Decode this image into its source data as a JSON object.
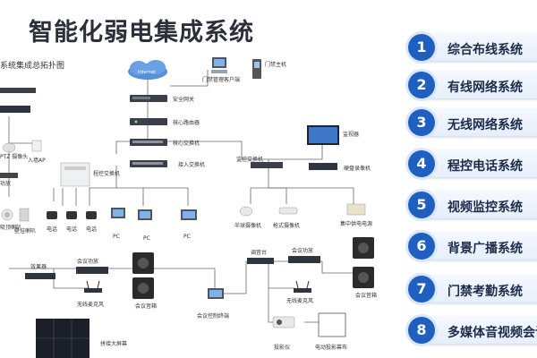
{
  "header": {
    "title": "智能化弱电集成系统",
    "subtitle": "系统集成总拓扑图"
  },
  "diagram_labels": {
    "internet": "Internet",
    "security_gateway": "安全网关",
    "core_router": "核心路由器",
    "core_switch": "核心交换机",
    "access_switch": "接入交换机",
    "door_mgmt_client": "门禁管理客户端",
    "door_host": "门禁主机",
    "ptz_cam": "PTZ 摄像头",
    "entry_ap": "入墙AP",
    "unknown_device": "功放",
    "pbx": "程控交换机",
    "ceiling_speaker": "吸顶喇叭",
    "wall_speaker": "壁挂喇叭",
    "phone": "电话",
    "pc": "PC",
    "monitor_screen": "监视器",
    "nvr": "硬盘录像机",
    "monitor_switch": "监控交换机",
    "dome_cam": "半球摄像机",
    "bullet_cam": "枪式摄像机",
    "central_psu": "集中供电电源",
    "mixer": "会议功放",
    "processor": "效果器",
    "conf_speaker": "会议音箱",
    "wireless_mic": "无线麦克风",
    "conf_terminal": "会议控制终端",
    "tuner": "调音台",
    "projector": "投影仪",
    "projection_screen": "电动投影幕布",
    "video_wall": "拼接大屏幕"
  },
  "systems": [
    {
      "num": "1",
      "label": "综合布线系统"
    },
    {
      "num": "2",
      "label": "有线网络系统"
    },
    {
      "num": "3",
      "label": "无线网络系统"
    },
    {
      "num": "4",
      "label": "程控电话系统"
    },
    {
      "num": "5",
      "label": "视频监控系统"
    },
    {
      "num": "6",
      "label": "背景广播系统"
    },
    {
      "num": "7",
      "label": "门禁考勤系统"
    },
    {
      "num": "8",
      "label": "多媒体音视频会议系统"
    }
  ]
}
